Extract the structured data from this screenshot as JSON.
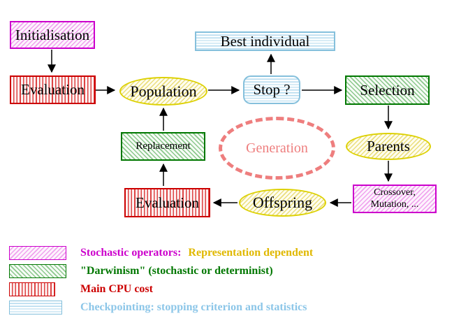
{
  "nodes": {
    "initialisation": "Initialisation",
    "evaluation_top": "Evaluation",
    "population": "Population",
    "best_individual": "Best individual",
    "stop": "Stop ?",
    "selection": "Selection",
    "parents": "Parents",
    "replacement": "Replacement",
    "generation": "Generation",
    "evaluation_bottom": "Evaluation",
    "offspring": "Offspring",
    "crossover_line1": "Crossover,",
    "crossover_line2": "Mutation, ..."
  },
  "legend": {
    "stochastic_label": "Stochastic operators:",
    "representation_label": "Representation dependent",
    "darwinism_label": "\"Darwinism\" (stochastic or determinist)",
    "cpu_label": "Main CPU cost",
    "checkpoint_label": "Checkpointing: stopping criterion and statistics"
  },
  "colors": {
    "magenta": "#cc00cc",
    "red": "#cc0000",
    "green": "#007700",
    "cyan_border": "#85c0dc",
    "cyan_text": "#8cc6e8",
    "yellow_border": "#ddd104",
    "gold_text": "#e0b800",
    "salmon": "#ee7e7e",
    "arrow": "#000000"
  }
}
